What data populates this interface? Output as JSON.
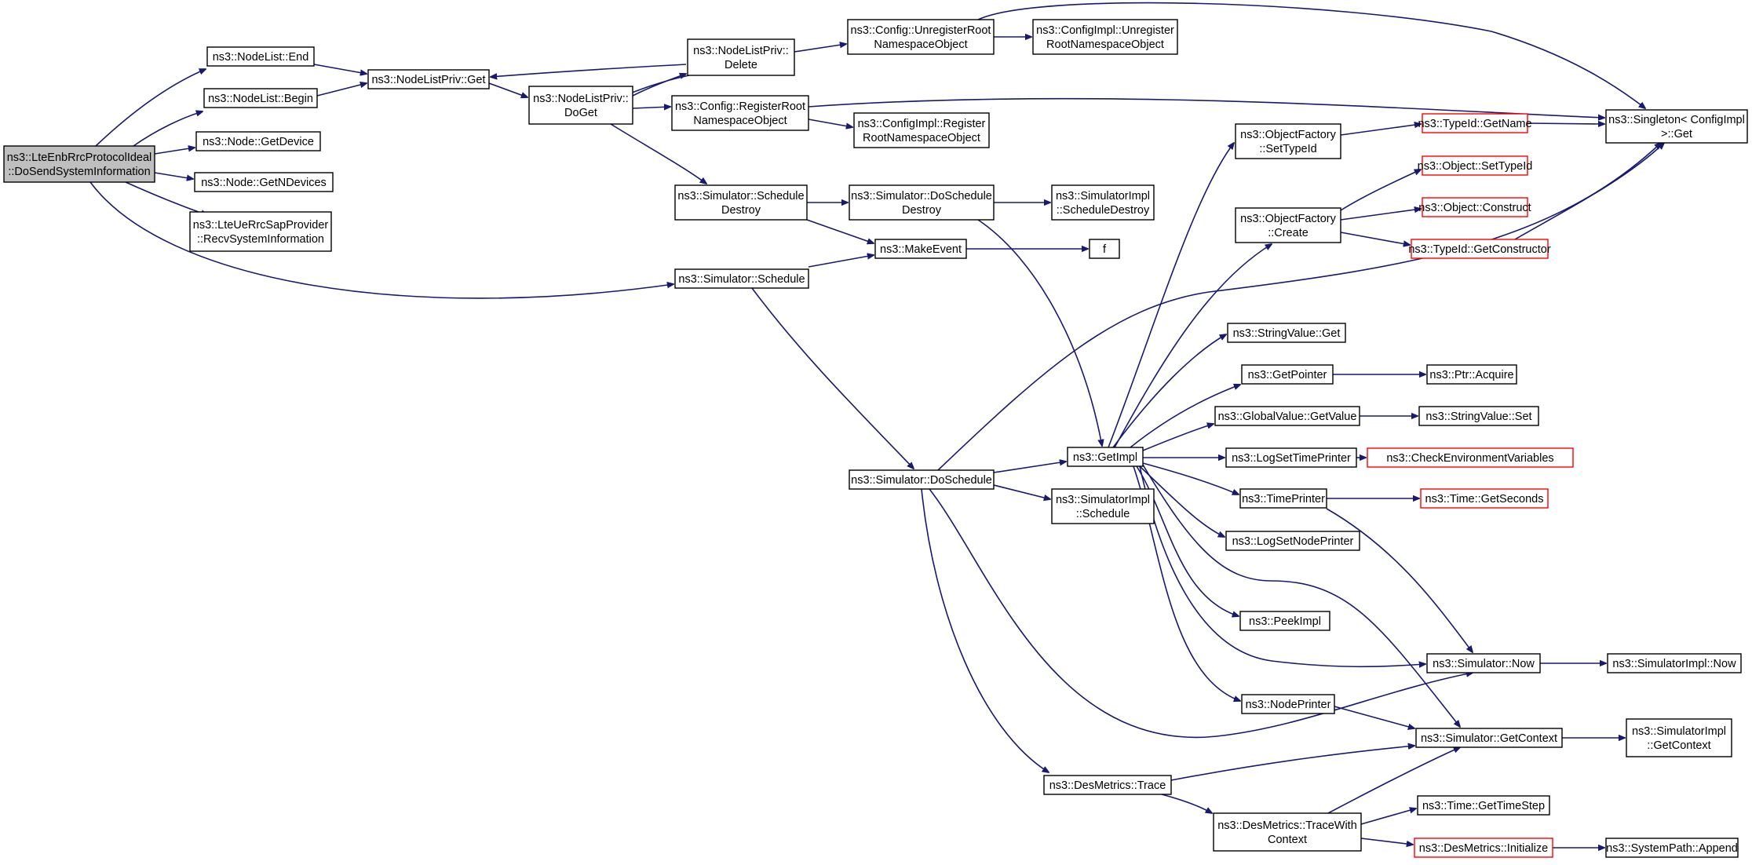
{
  "diagram": {
    "nodes": [
      {
        "id": "root",
        "lines": [
          "ns3::LteEnbRrcProtocolIdeal",
          "::DoSendSystemInformation"
        ],
        "style": "root"
      },
      {
        "id": "nl_end",
        "lines": [
          "ns3::NodeList::End"
        ],
        "style": "normal"
      },
      {
        "id": "nl_begin",
        "lines": [
          "ns3::NodeList::Begin"
        ],
        "style": "normal"
      },
      {
        "id": "node_getdevice",
        "lines": [
          "ns3::Node::GetDevice"
        ],
        "style": "normal"
      },
      {
        "id": "node_getndevices",
        "lines": [
          "ns3::Node::GetNDevices"
        ],
        "style": "normal"
      },
      {
        "id": "recv_sysinfo",
        "lines": [
          "ns3::LteUeRrcSapProvider",
          "::RecvSystemInformation"
        ],
        "style": "normal"
      },
      {
        "id": "nlp_get",
        "lines": [
          "ns3::NodeListPriv::Get"
        ],
        "style": "normal"
      },
      {
        "id": "nlp_doget",
        "lines": [
          "ns3::NodeListPriv::",
          "DoGet"
        ],
        "style": "normal"
      },
      {
        "id": "nlp_delete",
        "lines": [
          "ns3::NodeListPriv::",
          "Delete"
        ],
        "style": "normal"
      },
      {
        "id": "cfg_unreg",
        "lines": [
          "ns3::Config::UnregisterRoot",
          "NamespaceObject"
        ],
        "style": "normal"
      },
      {
        "id": "cfgimpl_unreg",
        "lines": [
          "ns3::ConfigImpl::Unregister",
          "RootNamespaceObject"
        ],
        "style": "normal"
      },
      {
        "id": "cfg_reg",
        "lines": [
          "ns3::Config::RegisterRoot",
          "NamespaceObject"
        ],
        "style": "normal"
      },
      {
        "id": "cfgimpl_reg",
        "lines": [
          "ns3::ConfigImpl::Register",
          "RootNamespaceObject"
        ],
        "style": "normal"
      },
      {
        "id": "sim_schedule_destroy",
        "lines": [
          "ns3::Simulator::Schedule",
          "Destroy"
        ],
        "style": "normal"
      },
      {
        "id": "sim_doschedule_destroy",
        "lines": [
          "ns3::Simulator::DoSchedule",
          "Destroy"
        ],
        "style": "normal"
      },
      {
        "id": "simimpl_scheddestroy",
        "lines": [
          "ns3::SimulatorImpl",
          "::ScheduleDestroy"
        ],
        "style": "normal"
      },
      {
        "id": "makeevent",
        "lines": [
          "ns3::MakeEvent"
        ],
        "style": "normal"
      },
      {
        "id": "f",
        "lines": [
          "f"
        ],
        "style": "normal"
      },
      {
        "id": "sim_schedule",
        "lines": [
          "ns3::Simulator::Schedule"
        ],
        "style": "normal"
      },
      {
        "id": "sim_doschedule",
        "lines": [
          "ns3::Simulator::DoSchedule"
        ],
        "style": "normal"
      },
      {
        "id": "simimpl_schedule",
        "lines": [
          "ns3::SimulatorImpl",
          "::Schedule"
        ],
        "style": "normal"
      },
      {
        "id": "getimpl",
        "lines": [
          "ns3::GetImpl"
        ],
        "style": "normal"
      },
      {
        "id": "of_settypeid",
        "lines": [
          "ns3::ObjectFactory",
          "::SetTypeId"
        ],
        "style": "normal"
      },
      {
        "id": "of_create",
        "lines": [
          "ns3::ObjectFactory",
          "::Create"
        ],
        "style": "normal"
      },
      {
        "id": "typeid_getname",
        "lines": [
          "ns3::TypeId::GetName"
        ],
        "style": "red"
      },
      {
        "id": "obj_settypeid",
        "lines": [
          "ns3::Object::SetTypeId"
        ],
        "style": "red"
      },
      {
        "id": "obj_construct",
        "lines": [
          "ns3::Object::Construct"
        ],
        "style": "red"
      },
      {
        "id": "typeid_getctor",
        "lines": [
          "ns3::TypeId::GetConstructor"
        ],
        "style": "red"
      },
      {
        "id": "singleton_get",
        "lines": [
          "ns3::Singleton< ConfigImpl",
          " >::Get"
        ],
        "style": "normal"
      },
      {
        "id": "stringvalue_get",
        "lines": [
          "ns3::StringValue::Get"
        ],
        "style": "normal"
      },
      {
        "id": "getpointer",
        "lines": [
          "ns3::GetPointer"
        ],
        "style": "normal"
      },
      {
        "id": "ptr_acquire",
        "lines": [
          "ns3::Ptr::Acquire"
        ],
        "style": "normal"
      },
      {
        "id": "gv_getvalue",
        "lines": [
          "ns3::GlobalValue::GetValue"
        ],
        "style": "normal"
      },
      {
        "id": "stringvalue_set",
        "lines": [
          "ns3::StringValue::Set"
        ],
        "style": "normal"
      },
      {
        "id": "logsettimeprinter",
        "lines": [
          "ns3::LogSetTimePrinter"
        ],
        "style": "normal"
      },
      {
        "id": "checkenv",
        "lines": [
          "ns3::CheckEnvironmentVariables"
        ],
        "style": "red"
      },
      {
        "id": "timeprinter",
        "lines": [
          "ns3::TimePrinter"
        ],
        "style": "normal"
      },
      {
        "id": "time_getseconds",
        "lines": [
          "ns3::Time::GetSeconds"
        ],
        "style": "red"
      },
      {
        "id": "logsetnodeprinter",
        "lines": [
          "ns3::LogSetNodePrinter"
        ],
        "style": "normal"
      },
      {
        "id": "peekimpl",
        "lines": [
          "ns3::PeekImpl"
        ],
        "style": "normal"
      },
      {
        "id": "nodeprinter",
        "lines": [
          "ns3::NodePrinter"
        ],
        "style": "normal"
      },
      {
        "id": "sim_now",
        "lines": [
          "ns3::Simulator::Now"
        ],
        "style": "normal"
      },
      {
        "id": "simimpl_now",
        "lines": [
          "ns3::SimulatorImpl::Now"
        ],
        "style": "normal"
      },
      {
        "id": "sim_getcontext",
        "lines": [
          "ns3::Simulator::GetContext"
        ],
        "style": "normal"
      },
      {
        "id": "simimpl_getcontext",
        "lines": [
          "ns3::SimulatorImpl",
          "::GetContext"
        ],
        "style": "normal"
      },
      {
        "id": "desmetrics_trace",
        "lines": [
          "ns3::DesMetrics::Trace"
        ],
        "style": "normal"
      },
      {
        "id": "desmetrics_tracewith",
        "lines": [
          "ns3::DesMetrics::TraceWith",
          "Context"
        ],
        "style": "normal"
      },
      {
        "id": "time_gettimestep",
        "lines": [
          "ns3::Time::GetTimeStep"
        ],
        "style": "normal"
      },
      {
        "id": "desmetrics_init",
        "lines": [
          "ns3::DesMetrics::Initialize"
        ],
        "style": "red"
      },
      {
        "id": "systempath_append",
        "lines": [
          "ns3::SystemPath::Append"
        ],
        "style": "normal"
      }
    ],
    "colors": {
      "edge": "#191970",
      "node_border": "#000000",
      "node_border_external": "#ff0000",
      "root_fill": "#bfbfbf"
    }
  }
}
